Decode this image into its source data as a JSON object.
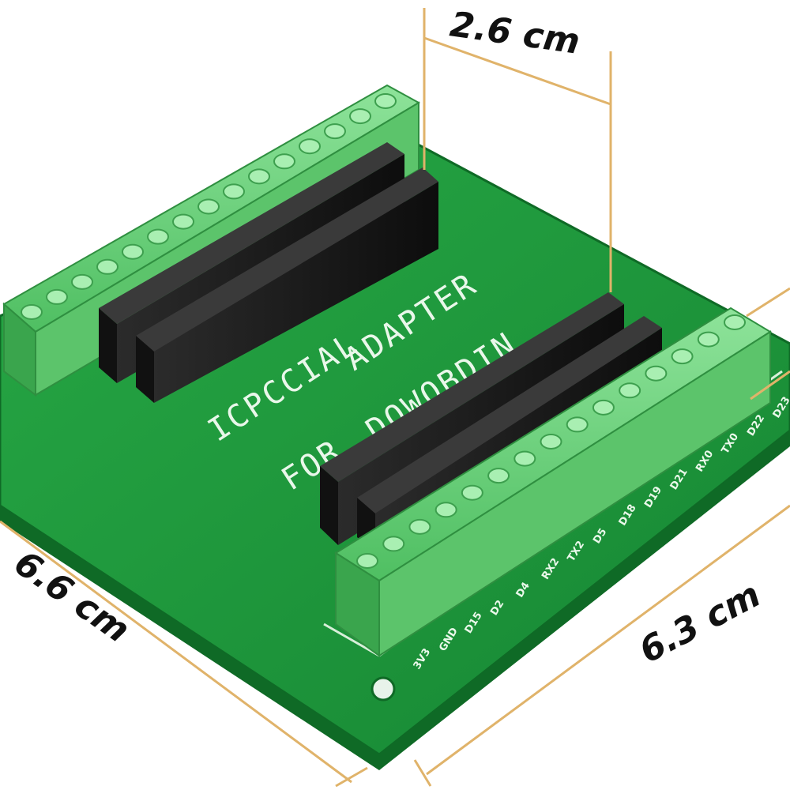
{
  "dimensions": {
    "header_width": "2.6 cm",
    "board_depth": "6.6 cm",
    "board_width": "6.3 cm"
  },
  "silkscreen": {
    "line1_visible": "ADAPTER",
    "line2_visible": "FOR"
  },
  "pin_labels": [
    "3V3",
    "GND",
    "D15",
    "D2",
    "D4",
    "RX2",
    "TX2",
    "D5",
    "D18",
    "D19",
    "D21",
    "RX0",
    "TX0",
    "D22",
    "D23"
  ],
  "colors": {
    "pcb": "#1f9a3c",
    "pcb_dark": "#157a2c",
    "terminal": "#6fd07a",
    "terminal_dark": "#3fae52",
    "header": "#1a1a1a",
    "dimension_line": "#e0b36a"
  }
}
